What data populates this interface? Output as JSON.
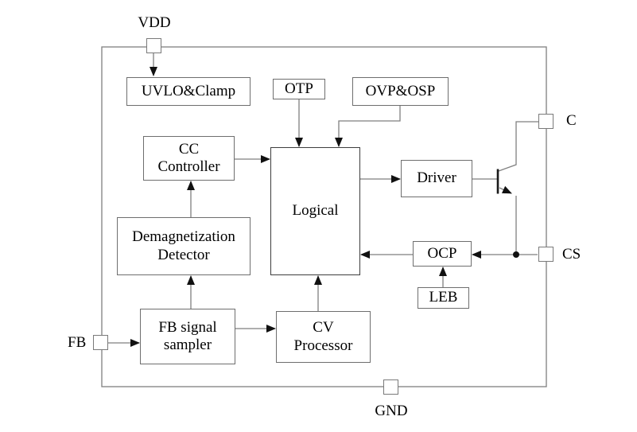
{
  "diagram": {
    "blocks": {
      "uvlo_clamp": {
        "label": "UVLO&Clamp"
      },
      "otp": {
        "label": "OTP"
      },
      "ovp_osp": {
        "label": "OVP&OSP"
      },
      "cc_controller": {
        "line1": "CC",
        "line2": "Controller"
      },
      "logical": {
        "label": "Logical"
      },
      "driver": {
        "label": "Driver"
      },
      "demag_detector": {
        "line1": "Demagnetization",
        "line2": "Detector"
      },
      "ocp": {
        "label": "OCP"
      },
      "leb": {
        "label": "LEB"
      },
      "fb_sampler": {
        "line1": "FB signal",
        "line2": "sampler"
      },
      "cv_processor": {
        "line1": "CV",
        "line2": "Processor"
      }
    },
    "pins": {
      "vdd": {
        "label": "VDD"
      },
      "c": {
        "label": "C"
      },
      "cs": {
        "label": "CS"
      },
      "gnd": {
        "label": "GND"
      },
      "fb": {
        "label": "FB"
      }
    },
    "components": {
      "transistor": "npn-transistor"
    },
    "colors": {
      "background": "#ffffff",
      "wire": "#7f7f7f",
      "box_border": "#6e6e6e",
      "text": "#000000",
      "arrow": "#111111"
    }
  }
}
